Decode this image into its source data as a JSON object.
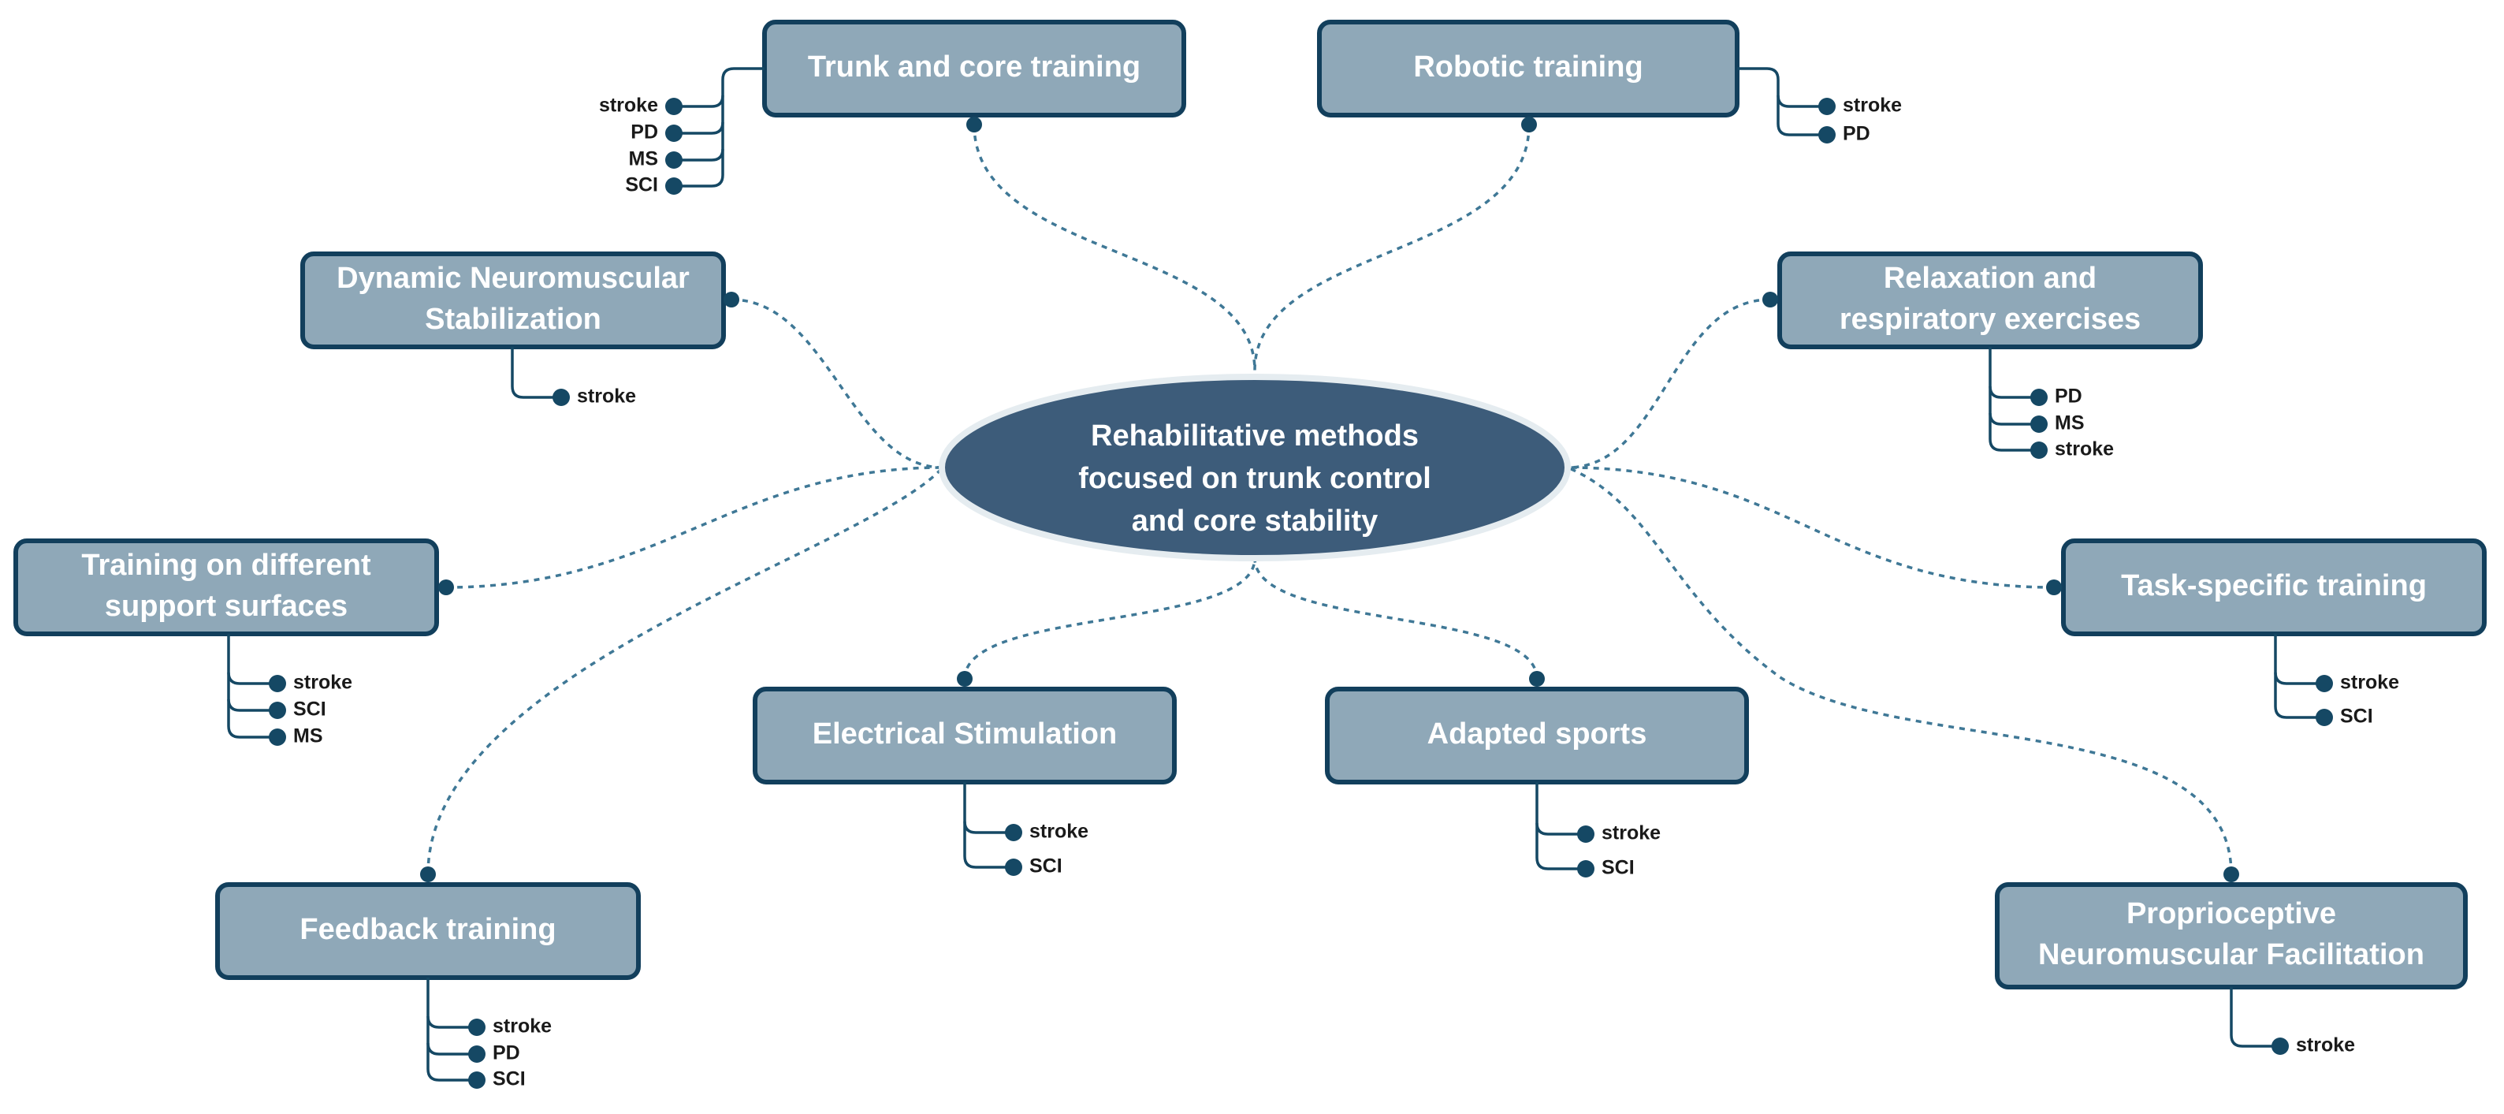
{
  "center": {
    "lines": [
      "Rehabilitative methods",
      "focused on trunk control",
      "and core stability"
    ],
    "fill": "#3d5c7a",
    "outline": "#e5ecf0"
  },
  "colors": {
    "box_fill": "#8fa8b8",
    "box_border": "#123f5c",
    "connector": "#3f7896",
    "bullet": "#154864"
  },
  "nodes": [
    {
      "id": "trunk-core",
      "lines": [
        "Trunk and core training"
      ],
      "leaves": [
        "stroke",
        "PD",
        "MS",
        "SCI"
      ]
    },
    {
      "id": "robotic",
      "lines": [
        "Robotic training"
      ],
      "leaves": [
        "stroke",
        "PD"
      ]
    },
    {
      "id": "dns",
      "lines": [
        "Dynamic Neuromuscular",
        "Stabilization"
      ],
      "leaves": [
        "stroke"
      ]
    },
    {
      "id": "relaxation",
      "lines": [
        "Relaxation and",
        "respiratory exercises"
      ],
      "leaves": [
        "PD",
        "MS",
        "stroke"
      ]
    },
    {
      "id": "support-surfaces",
      "lines": [
        "Training on different",
        "support surfaces"
      ],
      "leaves": [
        "stroke",
        "SCI",
        "MS"
      ]
    },
    {
      "id": "task-specific",
      "lines": [
        "Task-specific training"
      ],
      "leaves": [
        "stroke",
        "SCI"
      ]
    },
    {
      "id": "electrical",
      "lines": [
        "Electrical Stimulation"
      ],
      "leaves": [
        "stroke",
        "SCI"
      ]
    },
    {
      "id": "adapted-sports",
      "lines": [
        "Adapted sports"
      ],
      "leaves": [
        "stroke",
        "SCI"
      ]
    },
    {
      "id": "feedback",
      "lines": [
        "Feedback training"
      ],
      "leaves": [
        "stroke",
        "PD",
        "SCI"
      ]
    },
    {
      "id": "pnf",
      "lines": [
        "Proprioceptive",
        "Neuromuscular Facilitation"
      ],
      "leaves": [
        "stroke"
      ]
    }
  ]
}
